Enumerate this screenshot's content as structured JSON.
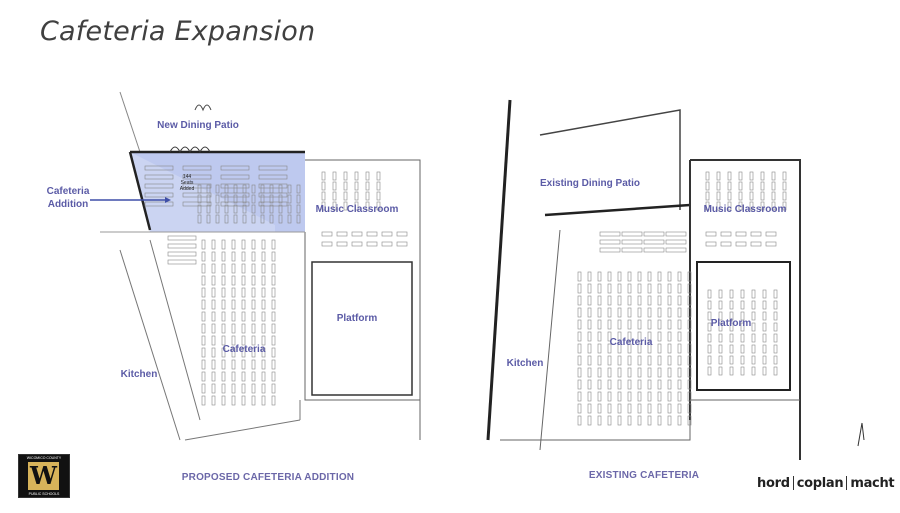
{
  "slide": {
    "title": "Cafeteria Expansion"
  },
  "proposed_plan": {
    "caption": "PROPOSED CAFETERIA ADDITION",
    "labels": {
      "patio": "New Dining Patio",
      "addition_line1": "Cafeteria",
      "addition_line2": "Addition",
      "music": "Music Classroom",
      "platform": "Platform",
      "cafeteria": "Cafeteria",
      "kitchen": "Kitchen",
      "seats_added": "144 Seats Added"
    },
    "highlight_color": "#b9c6ee"
  },
  "existing_plan": {
    "caption": "EXISTING CAFETERIA",
    "labels": {
      "patio": "Existing Dining Patio",
      "music": "Music Classroom",
      "platform": "Platform",
      "cafeteria": "Cafeteria",
      "kitchen": "Kitchen"
    }
  },
  "logos": {
    "school": "WICOMICO COUNTY PUBLIC SCHOOLS",
    "firm": [
      "hord",
      "coplan",
      "macht"
    ]
  },
  "colors": {
    "label": "#5b5ba6",
    "title": "#404040"
  }
}
